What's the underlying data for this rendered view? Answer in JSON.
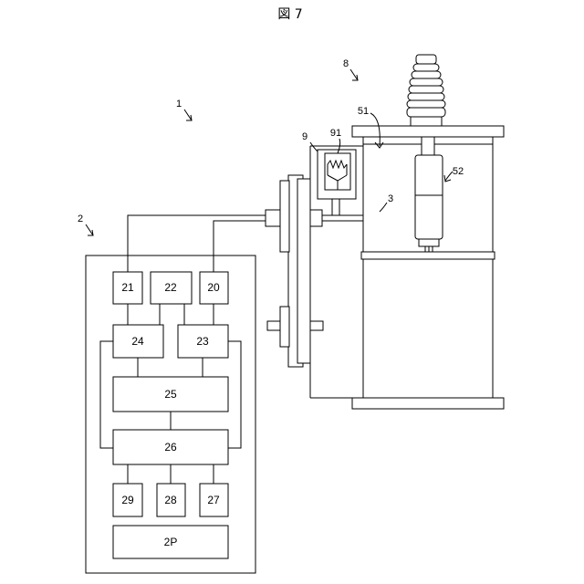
{
  "figure": {
    "title": "図 7"
  },
  "references": {
    "r1": "1",
    "r2": "2",
    "r3": "3",
    "r8": "8",
    "r9": "9",
    "r91": "91",
    "r51": "51",
    "r52": "52"
  },
  "blocks": {
    "b21": "21",
    "b22": "22",
    "b20": "20",
    "b24": "24",
    "b23": "23",
    "b25": "25",
    "b26": "26",
    "b29": "29",
    "b28": "28",
    "b27": "27",
    "b2p": "2P"
  }
}
